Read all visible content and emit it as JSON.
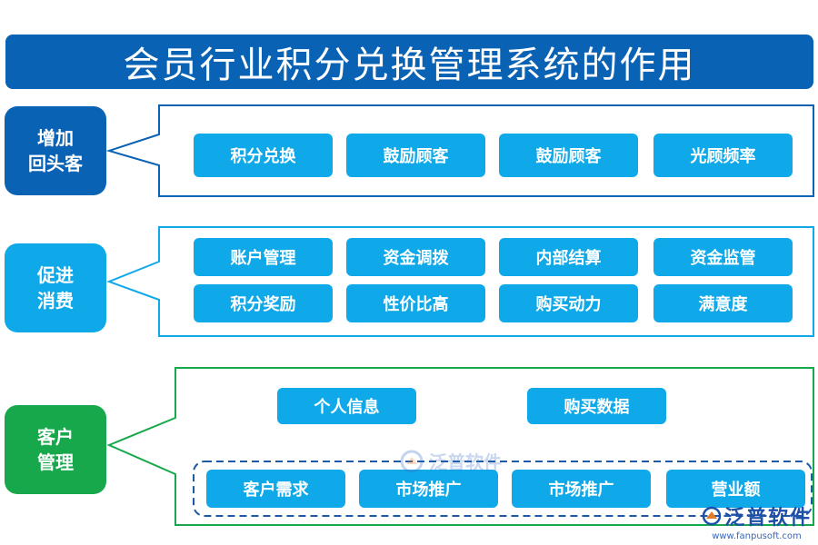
{
  "title": "会员行业积分兑换管理系统的作用",
  "sections": [
    {
      "label": "增加\n回头客",
      "color": "#0a62b5",
      "items": [
        "积分兑换",
        "鼓励顾客",
        "鼓励顾客",
        "光顾频率"
      ]
    },
    {
      "label": "促进\n消费",
      "color": "#0fa9e9",
      "items": [
        "账户管理",
        "资金调拨",
        "内部结算",
        "资金监管",
        "积分奖励",
        "性价比高",
        "购买动力",
        "满意度"
      ]
    },
    {
      "label": "客户\n管理",
      "color": "#17a84b",
      "top_items": [
        "个人信息",
        "购买数据"
      ],
      "bottom_items": [
        "客户需求",
        "市场推广",
        "市场推广",
        "营业额"
      ]
    }
  ],
  "watermark": {
    "brand": "泛普软件",
    "url": "www.fanpusoft.com"
  }
}
